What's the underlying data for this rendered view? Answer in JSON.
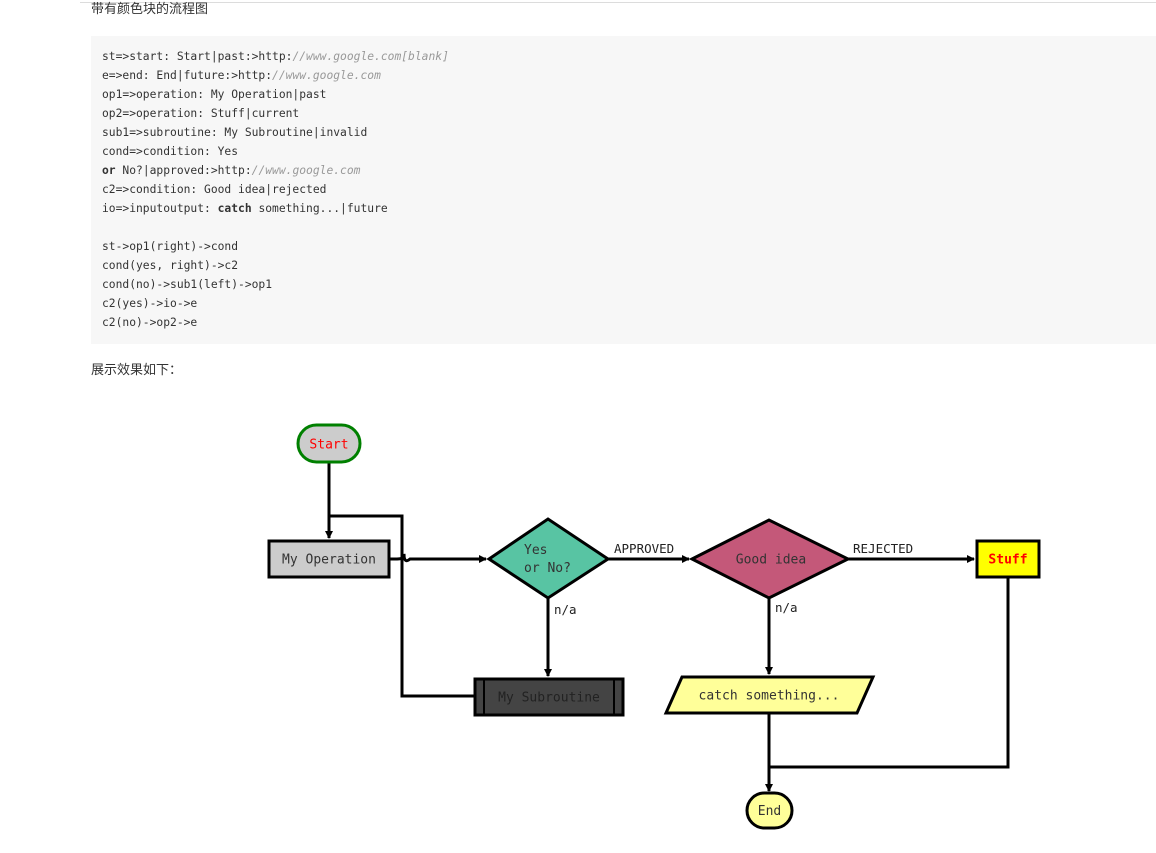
{
  "heading": "带有颜色块的流程图",
  "code": {
    "lines": [
      {
        "parts": [
          {
            "t": "st=>start: Start|past:>http:",
            "c": ""
          },
          {
            "t": "//www.google.com[blank]",
            "c": "cm"
          }
        ]
      },
      {
        "parts": [
          {
            "t": "e=>end: End|future:>http:",
            "c": ""
          },
          {
            "t": "//www.google.com",
            "c": "cm"
          }
        ]
      },
      {
        "parts": [
          {
            "t": "op1=>operation: My Operation|past",
            "c": ""
          }
        ]
      },
      {
        "parts": [
          {
            "t": "op2=>operation: Stuff|current",
            "c": ""
          }
        ]
      },
      {
        "parts": [
          {
            "t": "sub1=>subroutine: My Subroutine|invalid",
            "c": ""
          }
        ]
      },
      {
        "parts": [
          {
            "t": "cond=>condition: Yes",
            "c": ""
          }
        ]
      },
      {
        "parts": [
          {
            "t": "or",
            "c": "kw"
          },
          {
            "t": " No?|approved:>http:",
            "c": ""
          },
          {
            "t": "//www.google.com",
            "c": "cm"
          }
        ]
      },
      {
        "parts": [
          {
            "t": "c2=>condition: Good idea|rejected",
            "c": ""
          }
        ]
      },
      {
        "parts": [
          {
            "t": "io=>inputoutput: ",
            "c": ""
          },
          {
            "t": "catch",
            "c": "kw"
          },
          {
            "t": " something...|future",
            "c": ""
          }
        ]
      },
      {
        "parts": [
          {
            "t": "",
            "c": ""
          }
        ]
      },
      {
        "parts": [
          {
            "t": "st->op1(right)->cond",
            "c": ""
          }
        ]
      },
      {
        "parts": [
          {
            "t": "cond(yes, right)->c2",
            "c": ""
          }
        ]
      },
      {
        "parts": [
          {
            "t": "cond(no)->sub1(left)->op1",
            "c": ""
          }
        ]
      },
      {
        "parts": [
          {
            "t": "c2(yes)->io->e",
            "c": ""
          }
        ]
      },
      {
        "parts": [
          {
            "t": "c2(no)->op2->e",
            "c": ""
          }
        ]
      }
    ]
  },
  "result_label": "展示效果如下：",
  "flowchart": {
    "nodes": {
      "start": {
        "label": "Start",
        "fill": "#cccccc",
        "stroke": "#008000",
        "text_color": "#ff0000"
      },
      "op1": {
        "label": "My Operation",
        "fill": "#cccccc",
        "stroke": "#000000",
        "text_color": "#333333"
      },
      "cond": {
        "label_line1": "Yes",
        "label_line2": "or No?",
        "fill": "#58c4a3",
        "stroke": "#000000",
        "text_color": "#333333"
      },
      "c2": {
        "label": "Good idea",
        "fill": "#c45879",
        "stroke": "#000000",
        "text_color": "#333333"
      },
      "op2": {
        "label": "Stuff",
        "fill": "#ffff00",
        "stroke": "#000000",
        "text_color": "#ff0000"
      },
      "sub1": {
        "label": "My Subroutine",
        "fill": "#444444",
        "stroke": "#000000",
        "text_color": "#222222"
      },
      "io": {
        "label": "catch something...",
        "fill": "#ffff99",
        "stroke": "#000000",
        "text_color": "#333333"
      },
      "end": {
        "label": "End",
        "fill": "#ffff99",
        "stroke": "#000000",
        "text_color": "#333333"
      }
    },
    "edge_labels": {
      "approved": "APPROVED",
      "rejected": "REJECTED",
      "cond_no": "n/a",
      "c2_yes": "n/a"
    }
  }
}
